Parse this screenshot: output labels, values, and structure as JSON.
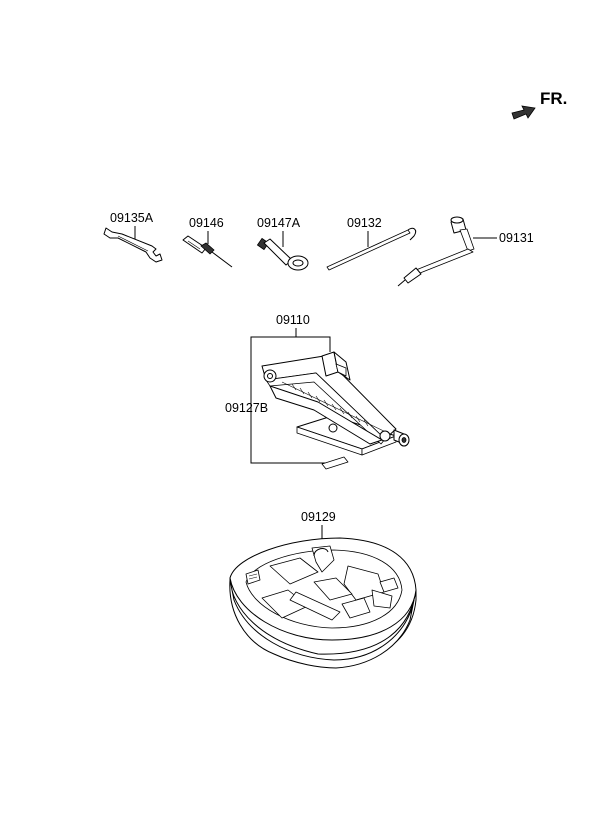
{
  "orientation": {
    "label": "FR.",
    "icon": "front-arrow-icon"
  },
  "parts": [
    {
      "id": "wrench",
      "number": "09135A"
    },
    {
      "id": "screwdriver",
      "number": "09146"
    },
    {
      "id": "towing-hook",
      "number": "09147A"
    },
    {
      "id": "jack-handle",
      "number": "09132"
    },
    {
      "id": "lug-wrench",
      "number": "09131"
    },
    {
      "id": "jack-assembly",
      "number": "09110"
    },
    {
      "id": "jack-bracket",
      "number": "09127B"
    },
    {
      "id": "tray",
      "number": "09129"
    }
  ],
  "colors": {
    "line": "#000000",
    "background": "#ffffff"
  }
}
